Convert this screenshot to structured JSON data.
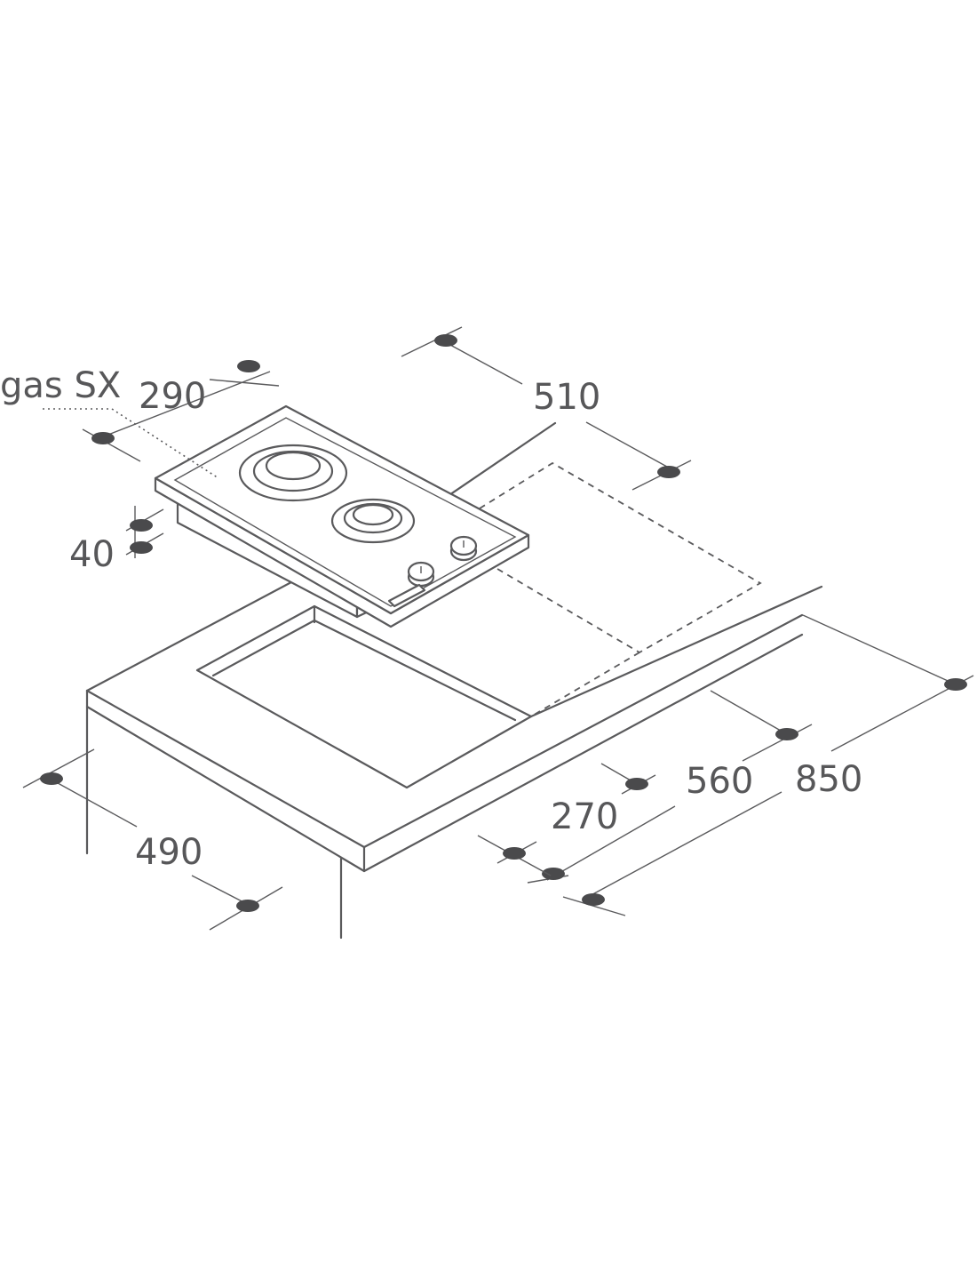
{
  "labels": {
    "model": "gas SX",
    "width_hob": "290",
    "depth_hob": "510",
    "height_hob": "40",
    "cutout_width": "270",
    "cutout_depth": "490",
    "cabinet_depth": "560",
    "cabinet_height": "850"
  },
  "colors": {
    "line": "#5a5a5c",
    "text": "#575759",
    "background": "#ffffff"
  }
}
